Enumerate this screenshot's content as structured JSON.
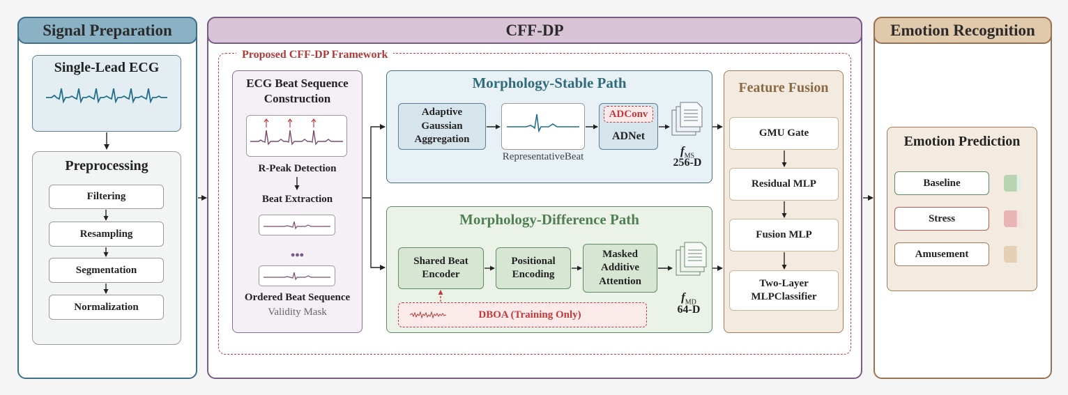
{
  "signal_preparation": {
    "title": "Signal Preparation",
    "ecg_title": "Single-Lead ECG",
    "preprocessing_title": "Preprocessing",
    "steps": [
      "Filtering",
      "Resampling",
      "Segmentation",
      "Normalization"
    ]
  },
  "cffdp": {
    "title": "CFF-DP",
    "framework_label": "Proposed CFF-DP Framework",
    "beat_sequence": {
      "title": "ECG Beat Sequence Construction",
      "r_peak": "R-Peak Detection",
      "beat_extraction": "Beat Extraction",
      "ellipsis": "•••",
      "ordered": "Ordered Beat Sequence",
      "validity": "Validity Mask"
    },
    "stable_path": {
      "title": "Morphology-Stable Path",
      "aga": "Adaptive Gaussian Aggregation",
      "rep_beat": "RepresentativeBeat",
      "adconv": "ADConv",
      "adnet": "ADNet",
      "feature_symbol": "f",
      "feature_sub": "MS",
      "feature_dim": "256-D"
    },
    "difference_path": {
      "title": "Morphology-Difference Path",
      "shared_encoder": "Shared Beat Encoder",
      "positional": "Positional Encoding",
      "masked_attention": "Masked Additive Attention",
      "dboa": "DBOA (Training Only)",
      "feature_symbol": "f",
      "feature_sub": "MD",
      "feature_dim": "64-D"
    },
    "fusion": {
      "title": "Feature Fusion",
      "blocks": [
        "GMU Gate",
        "Residual MLP",
        "Fusion MLP",
        "Two-Layer MLPClassifier"
      ]
    }
  },
  "emotion_recognition": {
    "title": "Emotion Recognition",
    "prediction_title": "Emotion Prediction",
    "classes": [
      {
        "label": "Baseline",
        "color": "#b7d3b0",
        "border": "#5f8a66"
      },
      {
        "label": "Stress",
        "color": "#e8b4b4",
        "border": "#b85a5a"
      },
      {
        "label": "Amusement",
        "color": "#e6d0b5",
        "border": "#a07a55"
      }
    ]
  },
  "colors": {
    "signal_border": "#3d6f8c",
    "signal_head": "#8ab2c4",
    "cffdp_border": "#7a5a86",
    "cffdp_head": "#d9c4d6",
    "emotion_border": "#9a7050",
    "emotion_head": "#e1c9ac",
    "framework_dash": "#c0393b",
    "stable_title": "#2f6b7a",
    "difference_title": "#4f7f52",
    "fusion_title": "#8a6a45",
    "ecg_wave": "#1f6f8b"
  }
}
